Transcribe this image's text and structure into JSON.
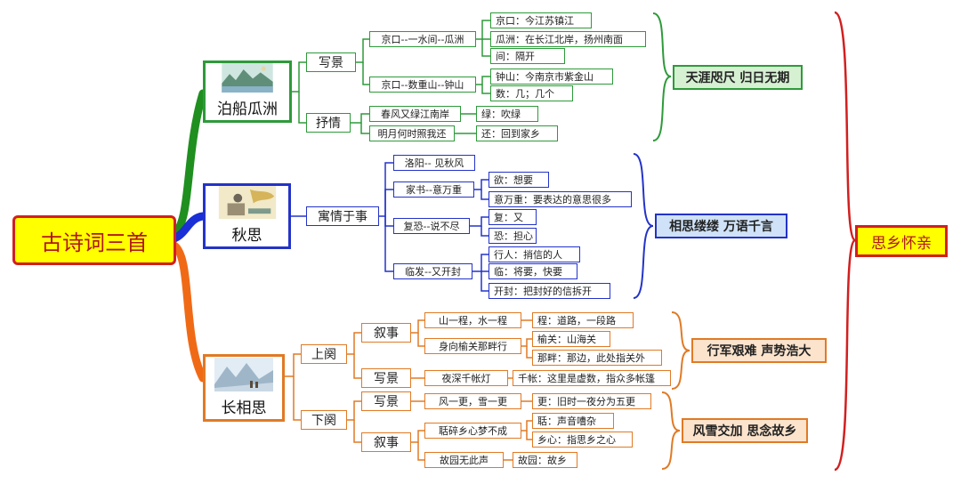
{
  "root": "古诗词三首",
  "result": "思乡怀亲",
  "poems": [
    {
      "title": "泊船瓜洲",
      "theme": "天涯咫尺 归日无期",
      "sections": [
        {
          "label": "写景",
          "lines": [
            {
              "text": "京口--一水间--瓜洲",
              "notes": [
                "京口：今江苏镇江",
                "瓜洲：在长江北岸，扬州南面",
                "间：隔开"
              ]
            },
            {
              "text": "京口--数重山--钟山",
              "notes": [
                "钟山：今南京市紫金山",
                "数：几；几个"
              ]
            }
          ]
        },
        {
          "label": "抒情",
          "lines": [
            {
              "text": "春风又绿江南岸",
              "notes": [
                "绿：吹绿"
              ]
            },
            {
              "text": "明月何时照我还",
              "notes": [
                "还：回到家乡"
              ]
            }
          ]
        }
      ]
    },
    {
      "title": "秋思",
      "theme": "相思缕缕 万语千言",
      "sections": [
        {
          "label": "寓情于事",
          "lines": [
            {
              "text": "洛阳-- 见秋风",
              "notes": []
            },
            {
              "text": "家书--意万重",
              "notes": [
                "欲：想要",
                "意万重：要表达的意思很多"
              ]
            },
            {
              "text": "复恐--说不尽",
              "notes": [
                "复：又",
                "恐：担心"
              ]
            },
            {
              "text": "临发--又开封",
              "notes": [
                "行人：捎信的人",
                "临：将要，快要",
                "开封：把封好的信拆开"
              ]
            }
          ]
        }
      ]
    },
    {
      "title": "长相思",
      "upper": {
        "label": "上阕",
        "theme": "行军艰难 声势浩大",
        "groups": [
          {
            "label": "叙事",
            "lines": [
              {
                "text": "山一程，水一程",
                "notes": [
                  "程：道路，一段路"
                ]
              },
              {
                "text": "身向榆关那畔行",
                "notes": [
                  "榆关：山海关",
                  "那畔：那边，此处指关外"
                ]
              }
            ]
          },
          {
            "label": "写景",
            "lines": [
              {
                "text": "夜深千帐灯",
                "notes": [
                  "千帐：这里是虚数，指众多帐篷"
                ]
              }
            ]
          }
        ]
      },
      "lower": {
        "label": "下阕",
        "theme": "风雪交加 思念故乡",
        "groups": [
          {
            "label": "写景",
            "lines": [
              {
                "text": "风一更，雪一更",
                "notes": [
                  "更：旧时一夜分为五更"
                ]
              }
            ]
          },
          {
            "label": "叙事",
            "lines": [
              {
                "text": "聒碎乡心梦不成",
                "notes": [
                  "聒：声音嘈杂",
                  "乡心：指思乡之心"
                ]
              },
              {
                "text": "故园无此声",
                "notes": [
                  "故园：故乡"
                ]
              }
            ]
          }
        ]
      }
    }
  ],
  "colors": {
    "poem1": "#2e9a3a",
    "poem2": "#2333c8",
    "poem3": "#e07a25",
    "root": "#d21f1f",
    "highlight": "#ffff00"
  }
}
